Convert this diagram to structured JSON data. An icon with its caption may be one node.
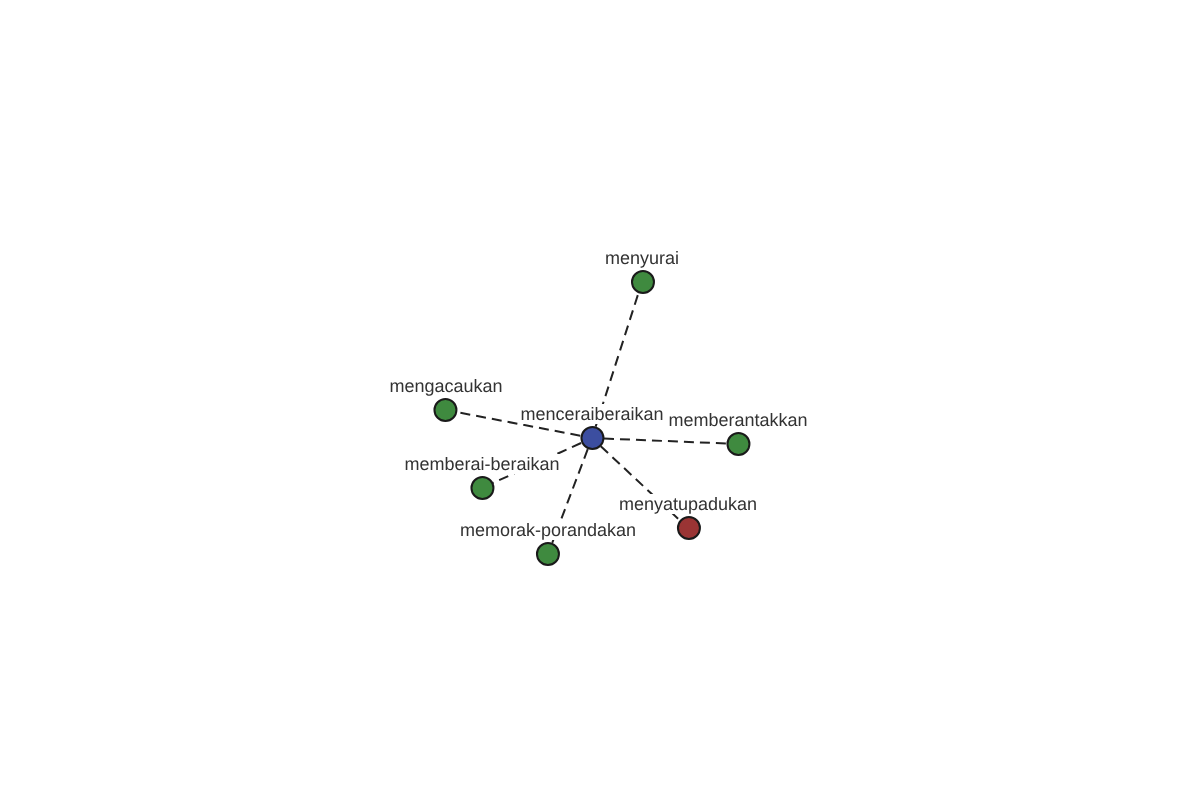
{
  "diagram": {
    "nodes": [
      {
        "text": [
          "menyurai"
        ]
      },
      {
        "text": [
          "mengacaukan"
        ]
      },
      {
        "text": [
          "menceraiberaikan"
        ]
      },
      {
        "text": [
          "memberantakkan"
        ]
      },
      {
        "text": [
          "memberai-beraikan"
        ]
      },
      {
        "text": [
          "menyatupadukan"
        ]
      },
      {
        "text": [
          "memorak-porandakan"
        ]
      }
    ],
    "edges": [
      {
        "from": 2,
        "to": 0,
        "arrow": "none",
        "style": "dashed"
      },
      {
        "from": 2,
        "to": 1,
        "arrow": "none",
        "style": "dashed"
      },
      {
        "from": 2,
        "to": 3,
        "arrow": "none",
        "style": "dashed"
      },
      {
        "from": 2,
        "to": 4,
        "arrow": "none",
        "style": "dashed"
      },
      {
        "from": 2,
        "to": 5,
        "arrow": "none",
        "style": "dashed"
      },
      {
        "from": 2,
        "to": 6,
        "arrow": "none",
        "style": "dashed"
      }
    ]
  }
}
